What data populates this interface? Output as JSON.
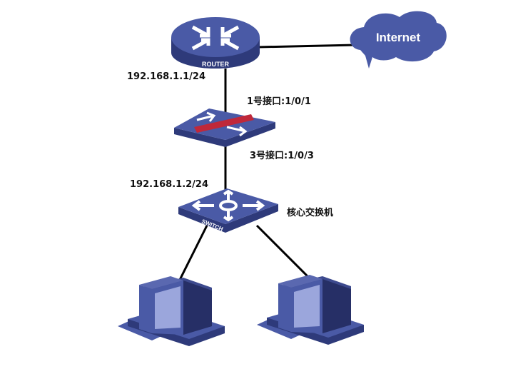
{
  "devices": {
    "router": {
      "label": "ROUTER"
    },
    "internet": {
      "label": "Internet"
    },
    "firewall": {},
    "switch": {
      "label": "SWITCH",
      "name": "核心交换机"
    },
    "pcs": [
      {},
      {}
    ]
  },
  "labels": {
    "router_ip": "192.168.1.1/24",
    "firewall_port1": "1号接口:1/0/1",
    "firewall_port3": "3号接口:1/0/3",
    "switch_ip": "192.168.1.2/24"
  },
  "colors": {
    "device": "#4a5aa6",
    "device_dark": "#2e3a7a",
    "screen": "#9ba6dc",
    "firewall_bar": "#c0283a",
    "link": "#000000"
  }
}
